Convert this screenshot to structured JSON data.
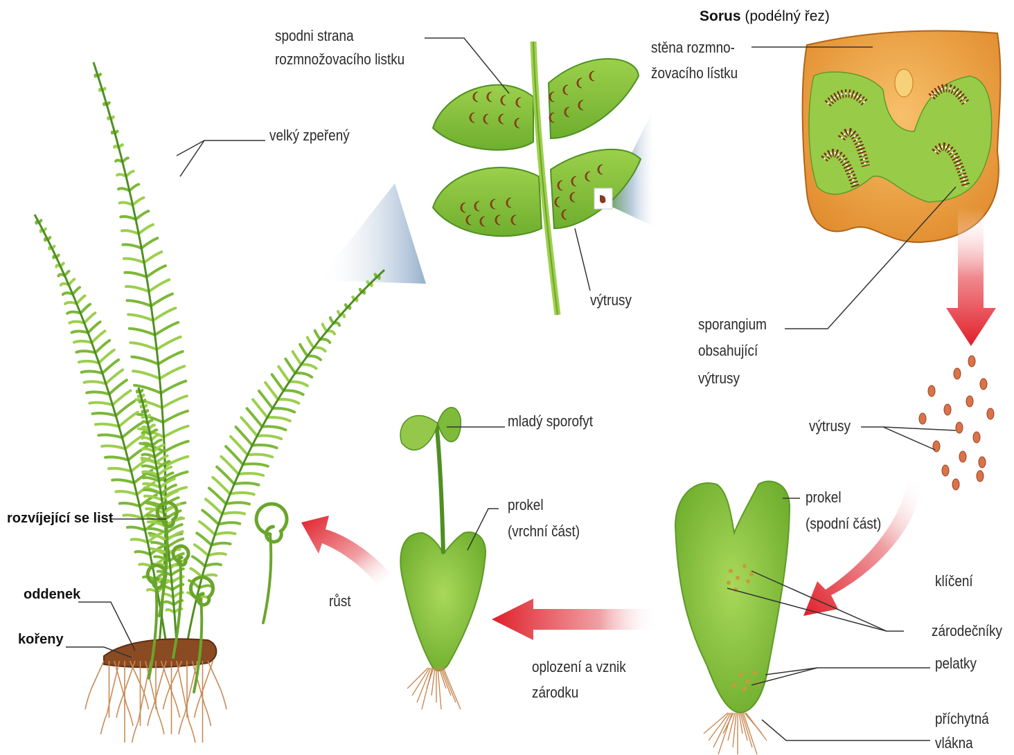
{
  "labels": {
    "spodni_strana": [
      "spodni strana",
      "rozmnožovacího listku"
    ],
    "sorus_title": "Sorus",
    "sorus_sub": "(podélný řez)",
    "stena": [
      "stěna rozmno-",
      "žovacího lístku"
    ],
    "velky_zpereny": "velký zpeřený",
    "vytrusy_leaf": "výtrusy",
    "sporangium": [
      "sporangium",
      "obsahující",
      "výtrusy"
    ],
    "vytrusy_spores": "výtrusy",
    "mlady_sporofyt": "mladý sporofyt",
    "prokel_top": [
      "prokel",
      "(vrchní část)"
    ],
    "prokel_bottom": [
      "prokel",
      "(spodní část)"
    ],
    "klicen": "klíčení",
    "zarodecniky": "zárodečníky",
    "pelatky": "pelatky",
    "prichytna": [
      "příchytná",
      "vlákna"
    ],
    "rust": "růst",
    "oplozeni": [
      "oplození a vznik",
      "zárodku"
    ],
    "rozvijejici": "rozvíjející se list",
    "oddenek": "oddenek",
    "koreny": "kořeny"
  },
  "colors": {
    "leaf_green": "#8cc63e",
    "leaf_dark": "#4f8f22",
    "sorus_orange": "#f2a540",
    "sporangium_brown": "#8a3a1e",
    "arrow_red": "#e0202a",
    "label_text": "#2a2a2a"
  }
}
